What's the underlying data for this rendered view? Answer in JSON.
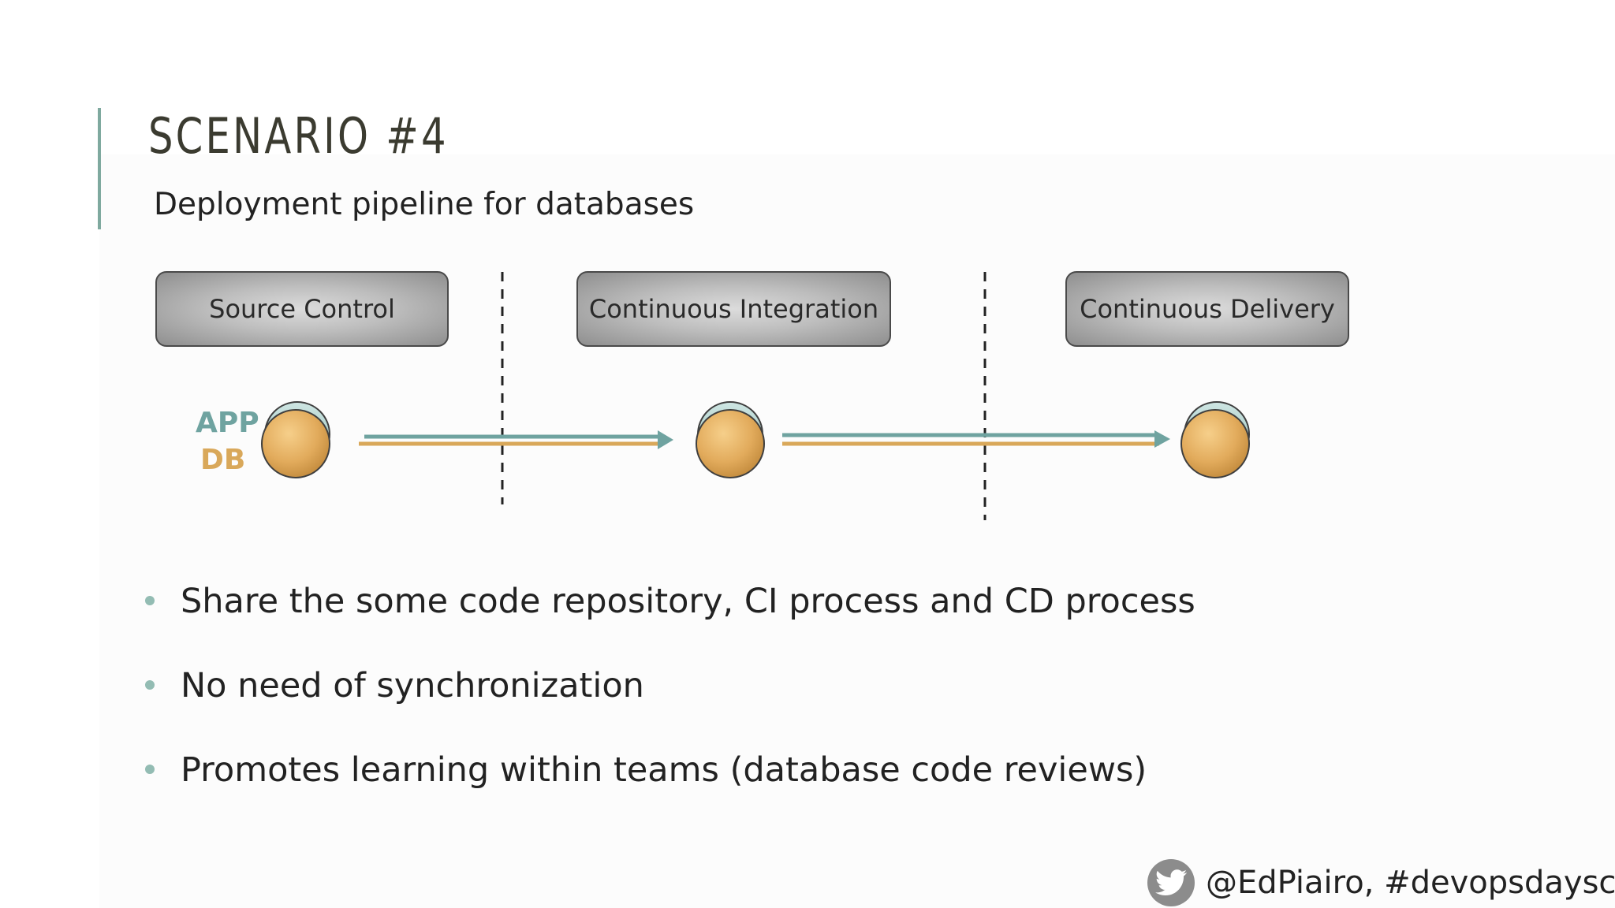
{
  "slide": {
    "title": "SCENARIO #4",
    "subtitle": "Deployment pipeline for databases"
  },
  "stages": [
    {
      "label": "Source Control"
    },
    {
      "label": "Continuous Integration"
    },
    {
      "label": "Continuous Delivery"
    }
  ],
  "legend": {
    "app_label": "APP",
    "db_label": "DB"
  },
  "bullets": [
    "Share the some code repository, CI process and CD process",
    "No need of synchronization",
    "Promotes learning within teams (database code reviews)"
  ],
  "footer": {
    "handle_text": "@EdPiairo, #devopsdayscph",
    "icon": "twitter-bird-icon"
  },
  "colors": {
    "accent_bar": "#7fa99f",
    "app_teal": "#6fa3a0",
    "db_gold": "#d9a85a",
    "bullet_dot": "#93bcb3"
  }
}
